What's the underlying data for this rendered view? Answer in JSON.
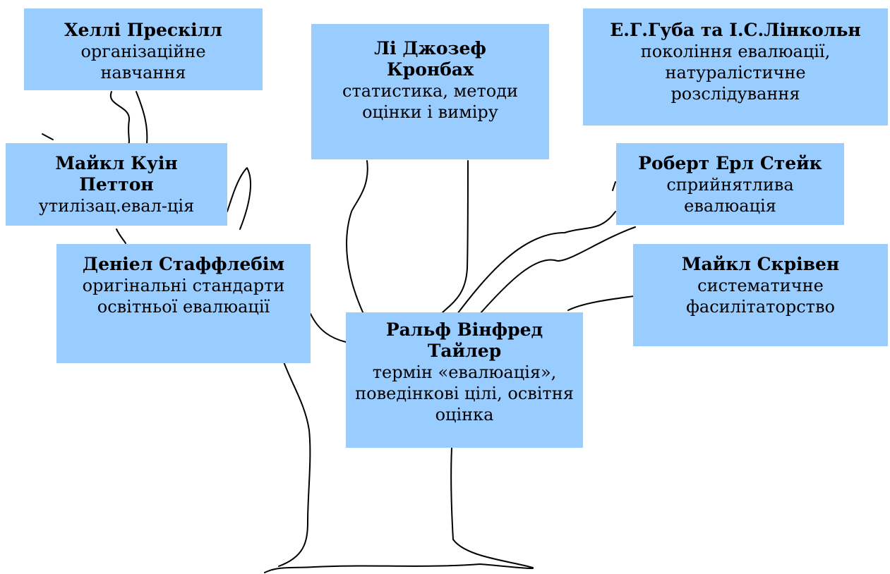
{
  "nodes": {
    "preskill": {
      "name": "Хеллі Прескілл",
      "description": "організаційне навчання"
    },
    "cronbach": {
      "name": "Лі Джозеф Кронбах",
      "description": "статистика, методи оцінки і виміру"
    },
    "guba": {
      "name": "Е.Г.Губа та І.С.Лінкольн",
      "description": "покоління евалюації, натуралістичне розслідування"
    },
    "patton": {
      "name": "Майкл Куін Петтон",
      "description": "утилізац.евал-ція"
    },
    "stake": {
      "name": "Роберт Ерл Стейк",
      "description": "сприйнятлива евалюація"
    },
    "stufflebeam": {
      "name": "Деніел Стаффлебім",
      "description": "оригінальні стандарти освітньої евалюації"
    },
    "scriven": {
      "name": "Майкл Скрівен",
      "description": "систематичне фасилітаторство"
    },
    "tyler": {
      "name": "Ральф Вінфред Тайлер",
      "description": "термін «евалюація», поведінкові цілі, освітня оцінка"
    }
  },
  "colors": {
    "box_fill": "#99ccff",
    "line": "#000000"
  }
}
